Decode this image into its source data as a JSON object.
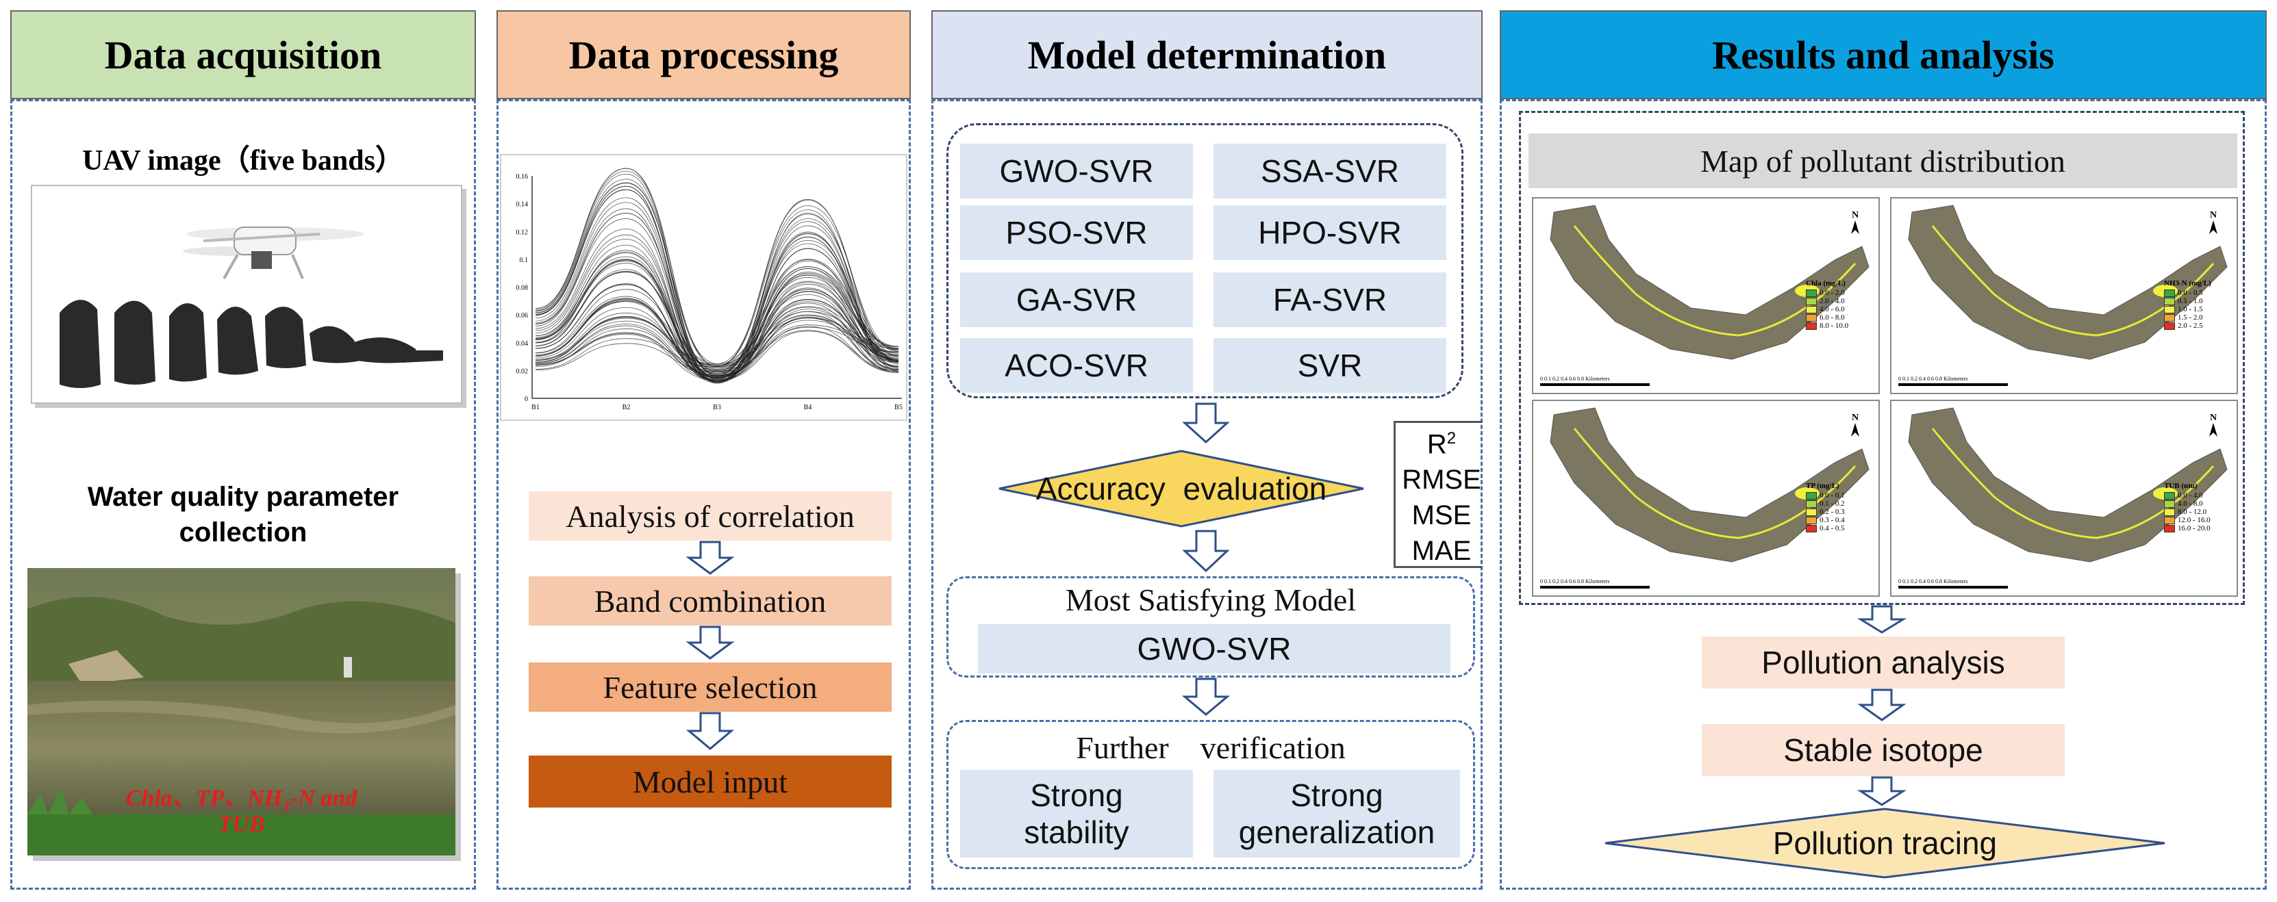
{
  "columns": {
    "acquisition": {
      "header": "Data acquisition",
      "uav_title": "UAV image（five bands）",
      "wq_title_line1": "Water quality parameter",
      "wq_title_line2": "collection",
      "photo_caption_line1": "Chla、TP、NH₃-N and",
      "photo_caption_line2": "TUB"
    },
    "processing": {
      "header": "Data processing",
      "steps": [
        "Analysis of correlation",
        "Band combination",
        "Feature selection",
        "Model input"
      ]
    },
    "model": {
      "header": "Model determination",
      "models": [
        "GWO-SVR",
        "SSA-SVR",
        "PSO-SVR",
        "HPO-SVR",
        "GA-SVR",
        "FA-SVR",
        "ACO-SVR",
        "SVR"
      ],
      "accuracy_label": "Accuracy  evaluation",
      "metric_r2": "R",
      "metric_r2_sup": "2",
      "metric_rmse": "RMSE",
      "metric_mse": "MSE",
      "metric_mae": "MAE",
      "best_title": "Most Satisfying Model",
      "best_model": "GWO-SVR",
      "verify_title": "Further    verification",
      "stability_line1": "Strong",
      "stability_line2": "stability",
      "generalization_line1": "Strong",
      "generalization_line2": "generalization"
    },
    "results": {
      "header": "Results and analysis",
      "map_title": "Map of pollutant distribution",
      "maps": [
        {
          "legend_title": "Chla (mg/L)",
          "legend": [
            "0.0 - 2.0",
            "2.0 - 4.0",
            "4.0 - 6.0",
            "6.0 - 8.0",
            "8.0 - 10.0"
          ]
        },
        {
          "legend_title": "NH3-N (mg/L)",
          "legend": [
            "0.0 - 0.5",
            "0.5 - 1.0",
            "1.0 - 1.5",
            "1.5 - 2.0",
            "2.0 - 2.5"
          ]
        },
        {
          "legend_title": "TP (mg/L)",
          "legend": [
            "0.0 - 0.1",
            "0.1 - 0.2",
            "0.2 - 0.3",
            "0.3 - 0.4",
            "0.4 - 0.5"
          ]
        },
        {
          "legend_title": "TUB (ntu)",
          "legend": [
            "0.0 - 4.0",
            "4.0 - 8.0",
            "8.0 - 12.0",
            "12.0 - 16.0",
            "16.0 - 20.0"
          ]
        }
      ],
      "north": "N",
      "scale": "0  0.1 0.2    0.4     0.6     0.8 Kilometers",
      "steps": [
        "Pollution analysis",
        "Stable isotope",
        "Pollution tracing"
      ]
    }
  },
  "spectral_chart": {
    "y_ticks": [
      "0.16",
      "0.14",
      "0.12",
      "0.1",
      "0.08",
      "0.06",
      "0.04",
      "0.02",
      "0"
    ],
    "x_ticks": [
      "B1",
      "B2",
      "B3",
      "B4",
      "B5"
    ]
  },
  "colors": {
    "acq_header": "#c9e2b3",
    "proc_header": "#f6c7a2",
    "model_header": "#dbe3f3",
    "results_header": "#0aa0e0",
    "model_box": "#dce6f2",
    "diamond": "#f9d65e",
    "tracing_diamond": "#fbe5b3",
    "legend_colors": [
      "#39a845",
      "#a8d64b",
      "#f3f04a",
      "#f0a533",
      "#e23024"
    ]
  }
}
